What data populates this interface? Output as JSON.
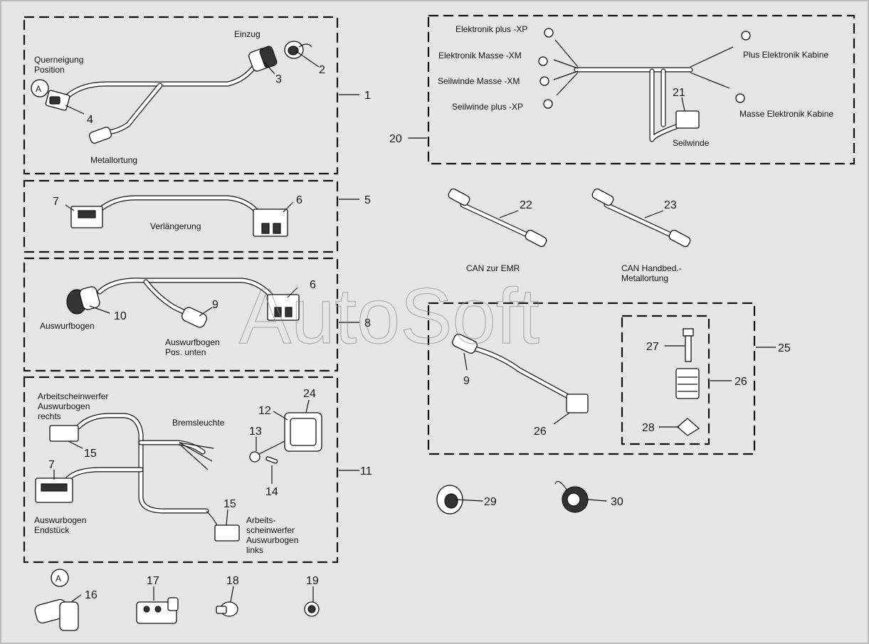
{
  "watermark": "AutoSoft",
  "circle_markers": [
    "A",
    "A"
  ],
  "labels": {
    "einzug": "Einzug",
    "querneigung_1": "Querneigung",
    "querneigung_2": "Position",
    "metallortung": "Metallortung",
    "verlaengerung": "Verlängerung",
    "auswurfbogen": "Auswurfbogen",
    "auswurfbogen_pos_1": "Auswurfbogen",
    "auswurfbogen_pos_2": "Pos. unten",
    "arbeit_rechts_1": "Arbeitscheinwerfer",
    "arbeit_rechts_2": "Auswurbogen",
    "arbeit_rechts_3": "rechts",
    "bremsleuchte": "Bremsleuchte",
    "endstueck_1": "Auswurbogen",
    "endstueck_2": "Endstück",
    "arbeit_links_1": "Arbeits-",
    "arbeit_links_2": "scheinwerfer",
    "arbeit_links_3": "Auswurbogen",
    "arbeit_links_4": "links",
    "elektronik_plus": "Elektronik plus -XP",
    "elektronik_masse": "Elektronik Masse -XM",
    "seilwinde_masse": "Seilwinde Masse -XM",
    "seilwinde_plus": "Seilwinde plus -XP",
    "plus_kabine": "Plus Elektronik Kabine",
    "masse_kabine": "Masse Elektronik Kabine",
    "seilwinde": "Seilwinde",
    "can_emr": "CAN zur EMR",
    "can_hand_1": "CAN Handbed.-",
    "can_hand_2": "Metallortung"
  },
  "part_numbers": [
    "1",
    "2",
    "3",
    "4",
    "5",
    "6",
    "7",
    "6",
    "7",
    "8",
    "9",
    "9",
    "10",
    "11",
    "12",
    "13",
    "14",
    "15",
    "15",
    "16",
    "17",
    "18",
    "19",
    "20",
    "21",
    "22",
    "23",
    "24",
    "25",
    "26",
    "26",
    "27",
    "28",
    "29",
    "30"
  ]
}
